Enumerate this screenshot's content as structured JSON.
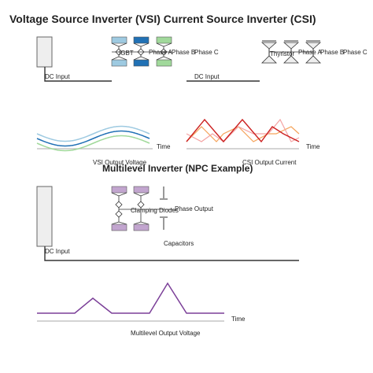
{
  "titles": {
    "main": "Voltage Source Inverter (VSI) Current Source Inverter (CSI)",
    "multilevel": "Multilevel Inverter (NPC Example)"
  },
  "vsi": {
    "dc_input": "DC Input",
    "igbt_label": "IGBT",
    "phase_labels": [
      "Phase A",
      "Phase B",
      "Phase C"
    ],
    "switch_colors": [
      "#9ecae1",
      "#2171b5",
      "#a1d99b"
    ],
    "waveform_caption": "VSI Output Voltage",
    "time_label": "Time",
    "waveform_colors": [
      "#9ecae1",
      "#2171b5",
      "#a1d99b"
    ]
  },
  "csi": {
    "dc_input": "DC Input",
    "thyristor_label": "Thyristor",
    "phase_labels": [
      "Phase A",
      "Phase B",
      "Phase C"
    ],
    "waveform_caption": "CSI Output Current",
    "time_label": "Time",
    "waveform_colors": [
      "#cc2222",
      "#f5a35a",
      "#f4a3a3"
    ]
  },
  "npc": {
    "dc_input": "DC Input",
    "clamping_diodes": "Clamping Diodes",
    "phase_output": "Phase Output",
    "capacitors": "Capacitors",
    "waveform_caption": "Multilevel Output Voltage",
    "time_label": "Time",
    "switch_color": "#c2a5cf",
    "waveform_color": "#7b3f98"
  }
}
